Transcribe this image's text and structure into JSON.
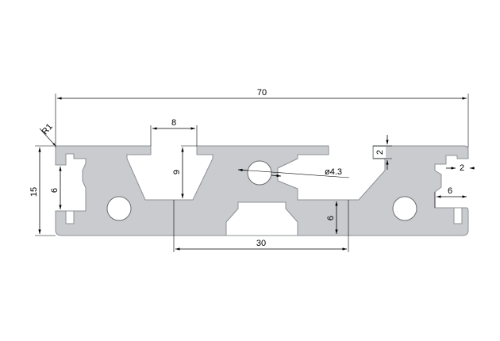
{
  "dimensions": {
    "overall_width": "70",
    "slot_width": "8",
    "slot_depth": "9",
    "height": "15",
    "left_inner": "6",
    "radius": "R1",
    "hole_diameter": "ø4.3",
    "center_spacing": "30",
    "center_depth": "6",
    "lip_top": "2",
    "lip_right": "2",
    "right_inner": "6"
  }
}
